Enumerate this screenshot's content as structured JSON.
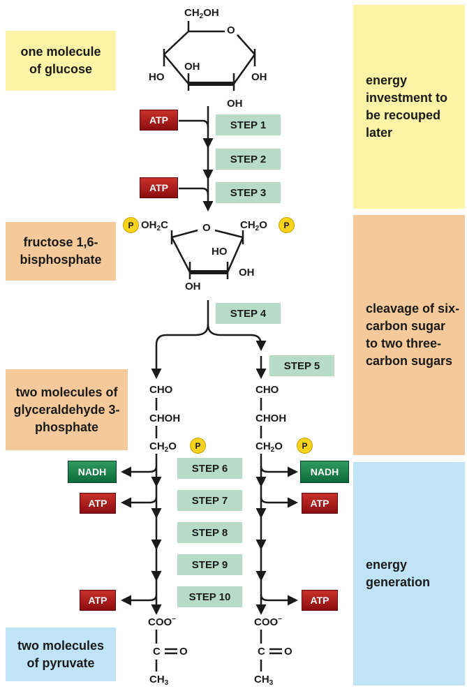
{
  "labels": {
    "one_glucose": "one molecule of glucose",
    "investment": "energy investment to be recouped later",
    "fructose": "fructose 1,6-bisphosphate",
    "cleavage": "cleavage of six-carbon sugar to two three-carbon sugars",
    "glyceraldehyde": "two molecules of glyceraldehyde 3-phosphate",
    "generation": "energy generation",
    "pyruvate": "two molecules of pyruvate"
  },
  "steps": [
    "STEP 1",
    "STEP 2",
    "STEP 3",
    "STEP 4",
    "STEP 5",
    "STEP 6",
    "STEP 7",
    "STEP 8",
    "STEP 9",
    "STEP 10"
  ],
  "tokens": {
    "atp": "ATP",
    "nadh": "NADH",
    "phosphate": "P"
  },
  "glucose": {
    "ch2oh": "CH",
    "ch2oh_sub": "2",
    "ch2oh_end": "OH",
    "ring_o": "O",
    "ho": "HO",
    "oh": "OH"
  },
  "fructose_struct": {
    "left": "OH",
    "left_sub": "2",
    "left_end": "C",
    "right": "CH",
    "right_sub": "2",
    "right_end": "O",
    "ring_o": "O",
    "ho": "HO",
    "oh": "OH"
  },
  "g3p": {
    "cho": "CHO",
    "choh": "CHOH",
    "ch2o": "CH",
    "ch2o_sub": "2",
    "ch2o_end": "O"
  },
  "pyr": {
    "coo": "COO",
    "coo_sup": "−",
    "c": "C",
    "o": "O",
    "ch3": "CH",
    "ch3_sub": "3"
  },
  "colors": {
    "yellow": "#fbf3a5",
    "orange": "#f6c99a",
    "blue": "#bfe3f7",
    "step": "#b6dcc8",
    "atp": "#a3191b",
    "nadh": "#157a45",
    "phosphate": "#f6d21c"
  }
}
